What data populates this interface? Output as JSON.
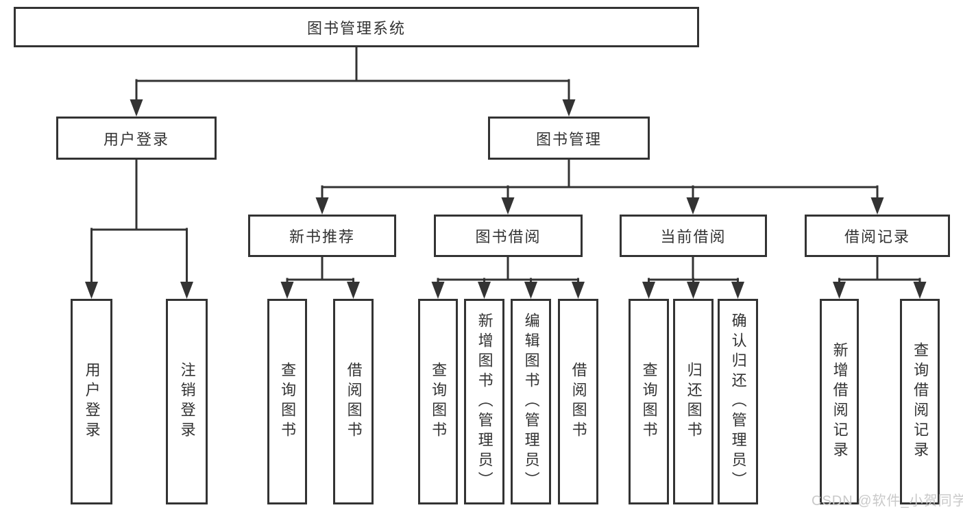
{
  "diagram": {
    "type": "hierarchy-tree",
    "nodes": {
      "root": {
        "label": "图书管理系统"
      },
      "user_login": {
        "label": "用户登录"
      },
      "book_management": {
        "label": "图书管理"
      },
      "new_book_recommend": {
        "label": "新书推荐"
      },
      "book_borrowing": {
        "label": "图书借阅"
      },
      "current_borrowing": {
        "label": "当前借阅"
      },
      "borrowing_records": {
        "label": "借阅记录"
      },
      "leaf_user_login": {
        "label": "用户登录"
      },
      "leaf_logout": {
        "label": "注销登录"
      },
      "leaf_nbr_query_books": {
        "label": "查询图书"
      },
      "leaf_nbr_borrow_books": {
        "label": "借阅图书"
      },
      "leaf_bb_query_books": {
        "label": "查询图书"
      },
      "leaf_bb_add_books": {
        "label": "新增图书（管理员）"
      },
      "leaf_bb_edit_books": {
        "label": "编辑图书（管理员）"
      },
      "leaf_bb_borrow_books": {
        "label": "借阅图书"
      },
      "leaf_cb_query_books": {
        "label": "查询图书"
      },
      "leaf_cb_return_books": {
        "label": "归还图书"
      },
      "leaf_cb_confirm_return": {
        "label": "确认归还（管理员）"
      },
      "leaf_br_add_record": {
        "label": "新增借阅记录"
      },
      "leaf_br_query_record": {
        "label": "查询借阅记录"
      }
    },
    "structure": {
      "root": [
        "user_login",
        "book_management"
      ],
      "user_login": [
        "leaf_user_login",
        "leaf_logout"
      ],
      "book_management": [
        "new_book_recommend",
        "book_borrowing",
        "current_borrowing",
        "borrowing_records"
      ],
      "new_book_recommend": [
        "leaf_nbr_query_books",
        "leaf_nbr_borrow_books"
      ],
      "book_borrowing": [
        "leaf_bb_query_books",
        "leaf_bb_add_books",
        "leaf_bb_edit_books",
        "leaf_bb_borrow_books"
      ],
      "current_borrowing": [
        "leaf_cb_query_books",
        "leaf_cb_return_books",
        "leaf_cb_confirm_return"
      ],
      "borrowing_records": [
        "leaf_br_add_record",
        "leaf_br_query_record"
      ]
    },
    "colors": {
      "line": "#333333",
      "box_border": "#333333",
      "text": "#333333",
      "background": "#ffffff"
    }
  },
  "watermark": {
    "text": "CSDN @软件_小贺同学",
    "color": "#c9c9c9"
  }
}
